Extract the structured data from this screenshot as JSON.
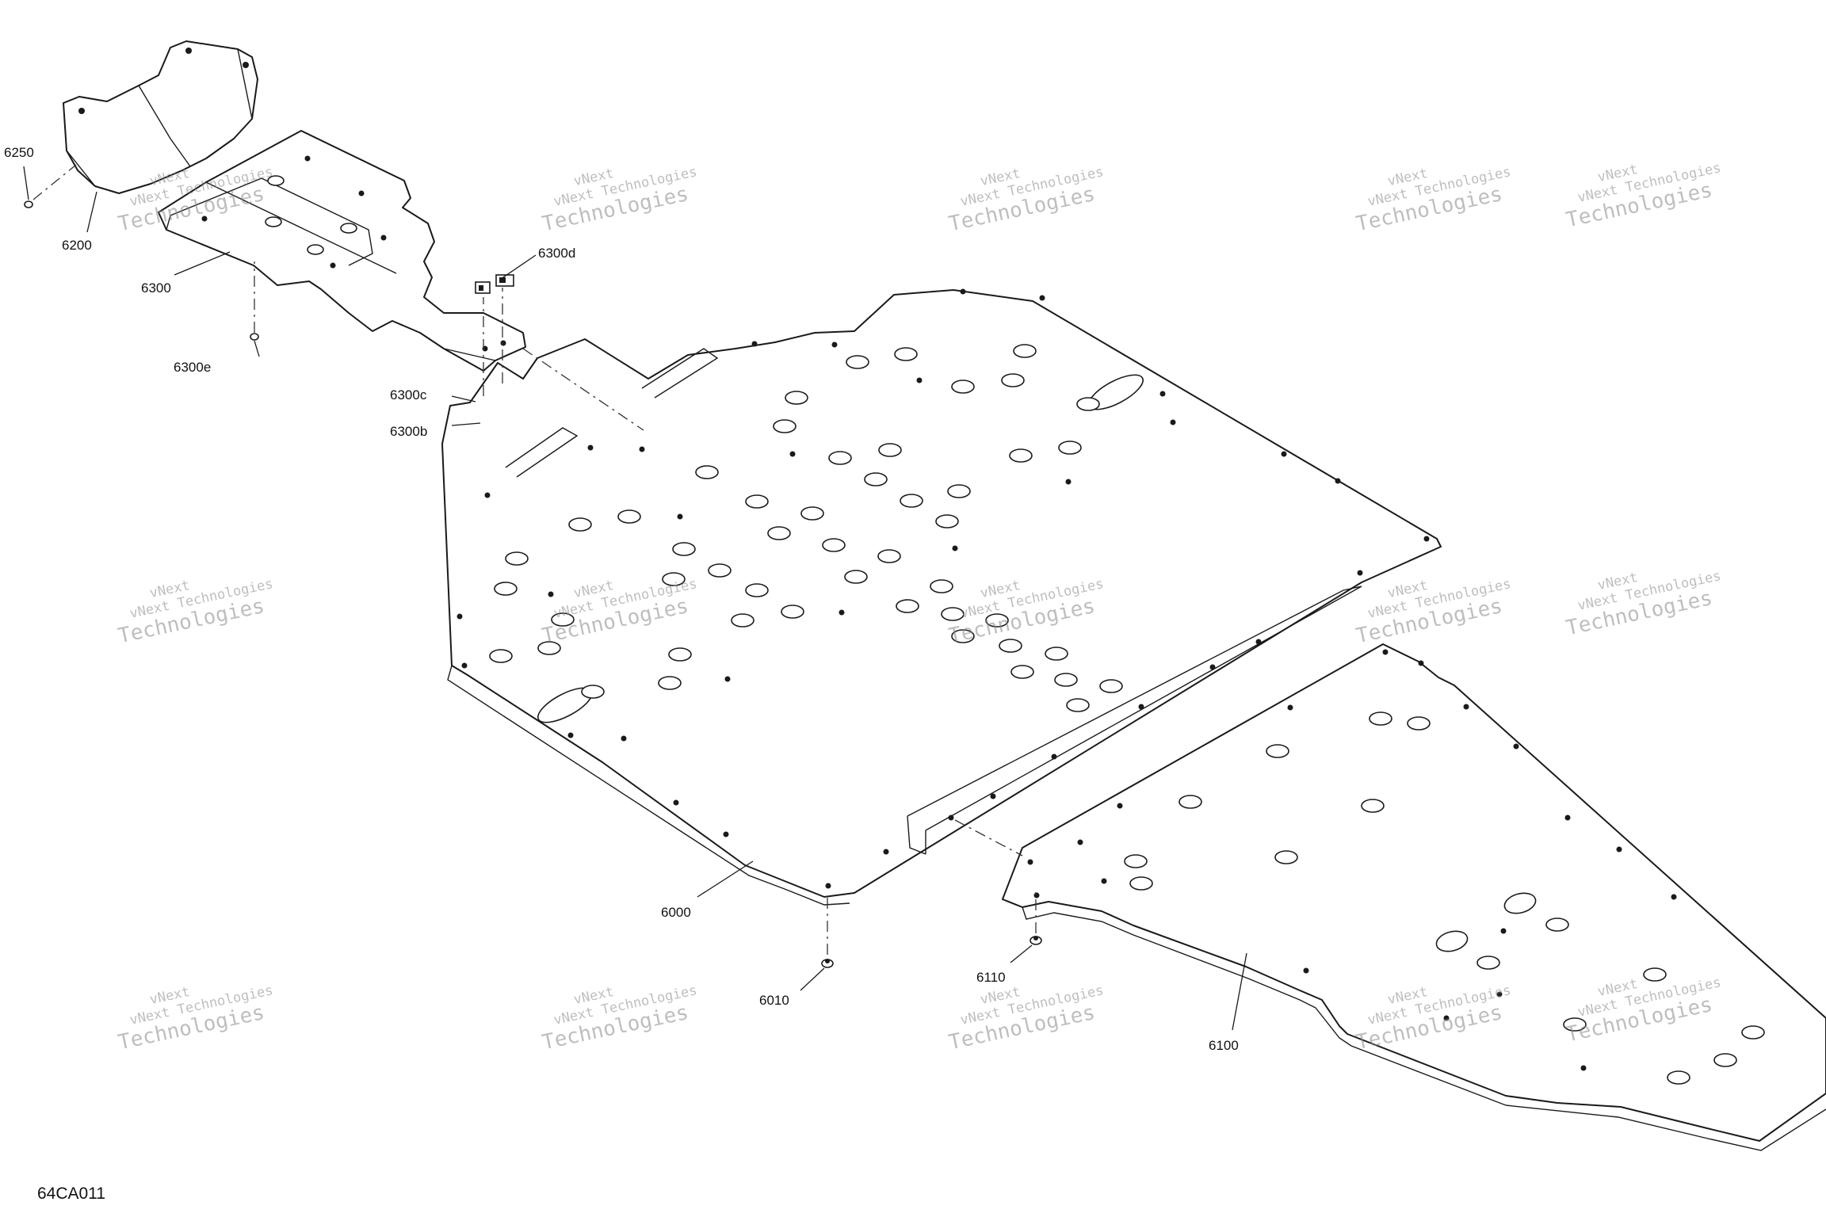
{
  "figure_code": "64CA011",
  "watermark": {
    "line_small": "vNext Technologies",
    "line_large": "Technologies",
    "overlay": "vNext"
  },
  "callouts": {
    "c6250": "6250",
    "c6200": "6200",
    "c6300": "6300",
    "c6300d": "6300d",
    "c6300e": "6300e",
    "c6300c": "6300c",
    "c6300b": "6300b",
    "c6000": "6000",
    "c6010": "6010",
    "c6110": "6110",
    "c6100": "6100"
  },
  "colors": {
    "line": "#1a1a1a",
    "background": "#ffffff",
    "watermark": "#8a8a8a"
  }
}
